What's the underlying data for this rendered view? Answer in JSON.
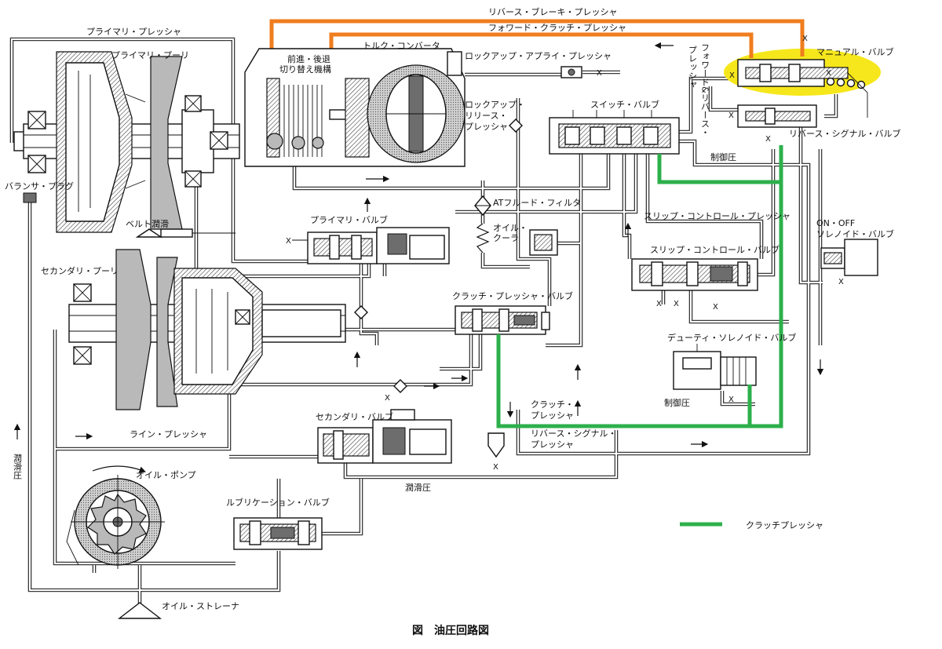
{
  "title": "図　油圧回路図",
  "labels": {
    "primary_pressure": "プライマリ・プレッシャ",
    "primary_pulley": "プライマリ・プーリ",
    "balancer_plug": "バランサ・プラグ",
    "belt_lubrication": "ベルト潤滑",
    "secondary_pulley": "セカンダリ・プーリ",
    "line_pressure": "ライン・プレッシャ",
    "lubrication_pressure_left": "潤滑圧",
    "oil_pump": "オイル・ポンプ",
    "lubrication_valve": "ルブリケーション・バルブ",
    "oil_strainer": "オイル・ストレーナ",
    "reverse_brake_pressure": "リバース・ブレーキ・プレッシャ",
    "forward_clutch_pressure": "フォワード・クラッチ・プレッシャ",
    "fwd_rev_mechanism_1": "前進・後退",
    "fwd_rev_mechanism_2": "切り替え機構",
    "torque_converter": "トルク・コンバータ",
    "lockup_apply_pressure": "ロックアップ・アプライ・プレッシャ",
    "lockup_release_1": "ロックアップ・",
    "lockup_release_2": "リリース・",
    "lockup_release_3": "プレッシャ",
    "switch_valve": "スイッチ・バルブ",
    "fwd_rev_pressure_1": "フォワード&リバース・",
    "fwd_rev_pressure_2": "プレッシャ",
    "manual_valve": "マニュアル・バルブ",
    "reverse_signal_valve": "リバース・シグナル・バルブ",
    "control_pressure_top": "制御圧",
    "at_fluid_filter": "ATフルード・フィルタ",
    "oil_cooler_1": "オイル・",
    "oil_cooler_2": "クーラ",
    "slip_control_pressure": "スリップ・コントロール・プレッシャ",
    "onoff_solenoid_1": "ON・OFF",
    "onoff_solenoid_2": "ソレノイド・バルブ",
    "primary_valve": "プライマリ・バルブ",
    "slip_control_valve": "スリップ・コントロール・バルブ",
    "clutch_pressure_valve": "クラッチ・プレッシャ・バルブ",
    "duty_solenoid_valve": "デューティ・ソレノイド・バルブ",
    "control_pressure_bottom": "制御圧",
    "clutch_pressure_1": "クラッチ・",
    "clutch_pressure_2": "プレッシャ",
    "reverse_signal_pressure_1": "リバース・シグナル・",
    "reverse_signal_pressure_2": "プレッシャ",
    "secondary_valve": "セカンダリ・バルブ",
    "lubrication_pressure_bottom": "潤滑圧",
    "drain_mark": "X"
  },
  "legend": {
    "label": "クラッチプレッシャ"
  },
  "colors": {
    "reverse_brake_line": "#f07d1e",
    "forward_clutch_line": "#f07d1e",
    "clutch_pressure_line": "#2db04b",
    "manual_valve_highlight": "#f6e71c"
  },
  "icons": {
    "drain": "drain-x-mark",
    "flow": "flow-arrow",
    "filter": "diamond-filter-symbol"
  }
}
